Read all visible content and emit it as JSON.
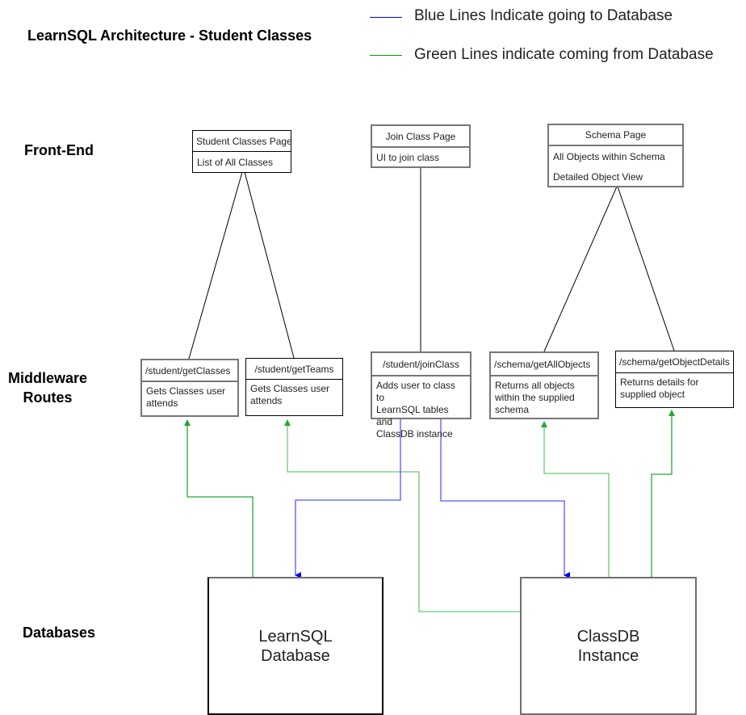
{
  "title": "LearnSQL Architecture - Student Classes",
  "legend": [
    {
      "label": "Blue Lines Indicate going to Database",
      "color": "#0000ff"
    },
    {
      "label": "Green Lines indicate coming from Database",
      "color": "#009900"
    }
  ],
  "lanes": {
    "frontend": "Front-End",
    "middleware": "Middleware\nRoutes",
    "databases": "Databases"
  },
  "colors": {
    "to_db": "#3333ff",
    "from_db": "#22aa33",
    "from_db_light": "#66cc77",
    "structure": "#000000"
  },
  "pages": [
    {
      "title": "Student Classes Page",
      "items": [
        "List of All Classes"
      ]
    },
    {
      "title": "Join Class Page",
      "items": [
        "UI to join class"
      ]
    },
    {
      "title": "Schema Page",
      "items": [
        "All Objects within Schema",
        "Detailed Object View"
      ]
    }
  ],
  "routes": [
    {
      "path": "/student/getClasses",
      "desc": "Gets Classes user\n attends"
    },
    {
      "path": "/student/getTeams",
      "desc": "Gets Classes user\n attends"
    },
    {
      "path": "/student/joinClass",
      "desc": "Adds user to class to\nLearnSQL tables and\nClassDB instance"
    },
    {
      "path": "/schema/getAllObjects",
      "desc": "Returns all objects\nwithin the supplied\nschema"
    },
    {
      "path": "/schema/getObjectDetails",
      "desc": "Returns details for\nsupplied object"
    }
  ],
  "databases": [
    {
      "name": "LearnSQL\n Database"
    },
    {
      "name": "ClassDB\nInstance"
    }
  ]
}
